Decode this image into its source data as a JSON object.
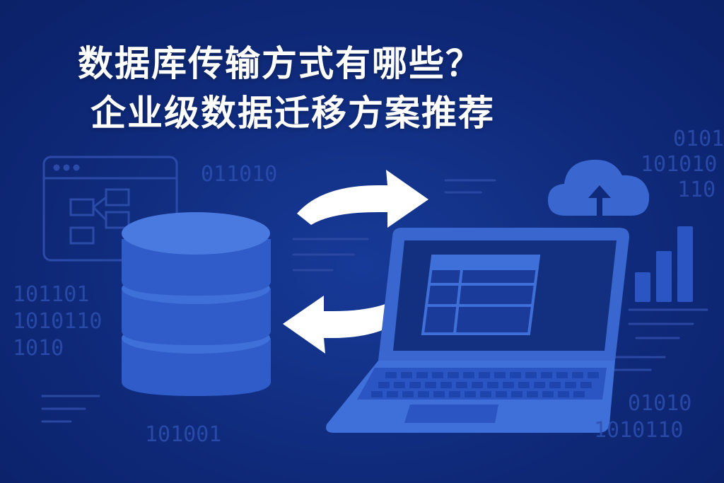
{
  "title": {
    "line1": "数据库传输方式有哪些？",
    "line2": "企业级数据迁移方案推荐"
  },
  "binary": {
    "top_center": "011010",
    "left_block": [
      "101101",
      "1010110",
      "1010"
    ],
    "bottom_center": "101001",
    "top_right": [
      "0101",
      "101010",
      "110"
    ],
    "bottom_right": [
      "01010",
      "1010110"
    ]
  },
  "icons": {
    "database": "database-icon",
    "sync_arrows": "sync-arrows-icon",
    "laptop": "laptop-icon",
    "cloud_upload": "cloud-upload-icon",
    "browser_window": "browser-window-icon",
    "bar_chart": "bar-chart-icon"
  },
  "colors": {
    "background": "#0f2a7a",
    "accent": "#3f6fd8",
    "accent_dark": "#2a55c2",
    "text": "#ffffff",
    "faint": "#2e4fb0"
  }
}
